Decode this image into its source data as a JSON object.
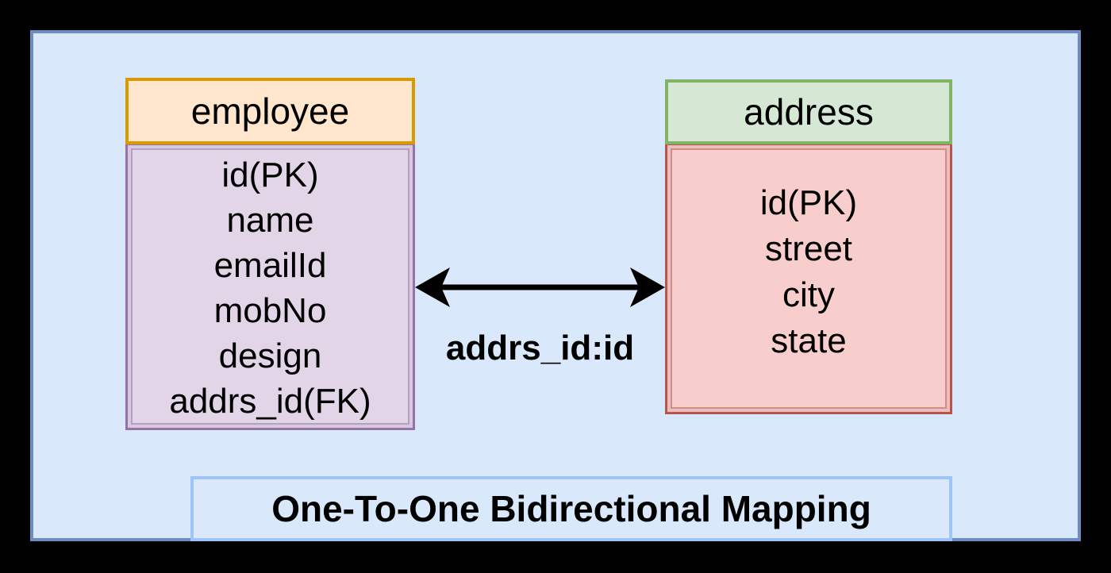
{
  "canvas": {
    "background_color": "#000000",
    "panel_fill": "#DAE8FC",
    "panel_border": "#6C8EBF"
  },
  "entities": [
    {
      "name": "employee",
      "header_fill": "#FFE6CC",
      "header_border": "#D79B00",
      "body_fill": "#E1D5E7",
      "body_border": "#9673A6",
      "fields": [
        "id(PK)",
        "name",
        "emailId",
        "mobNo",
        "design",
        "addrs_id(FK)"
      ]
    },
    {
      "name": "address",
      "header_fill": "#D5E8D4",
      "header_border": "#82B366",
      "body_fill": "#F8CECC",
      "body_border": "#B85450",
      "fields": [
        "id(PK)",
        "street",
        "city",
        "state"
      ]
    }
  ],
  "relationship": {
    "label": "addrs_id:id",
    "type": "bidirectional",
    "arrow_color": "#000000"
  },
  "title": {
    "text": "One-To-One Bidirectional Mapping",
    "box_fill": "#DAE8FC",
    "box_border": "#9FC5F8"
  }
}
